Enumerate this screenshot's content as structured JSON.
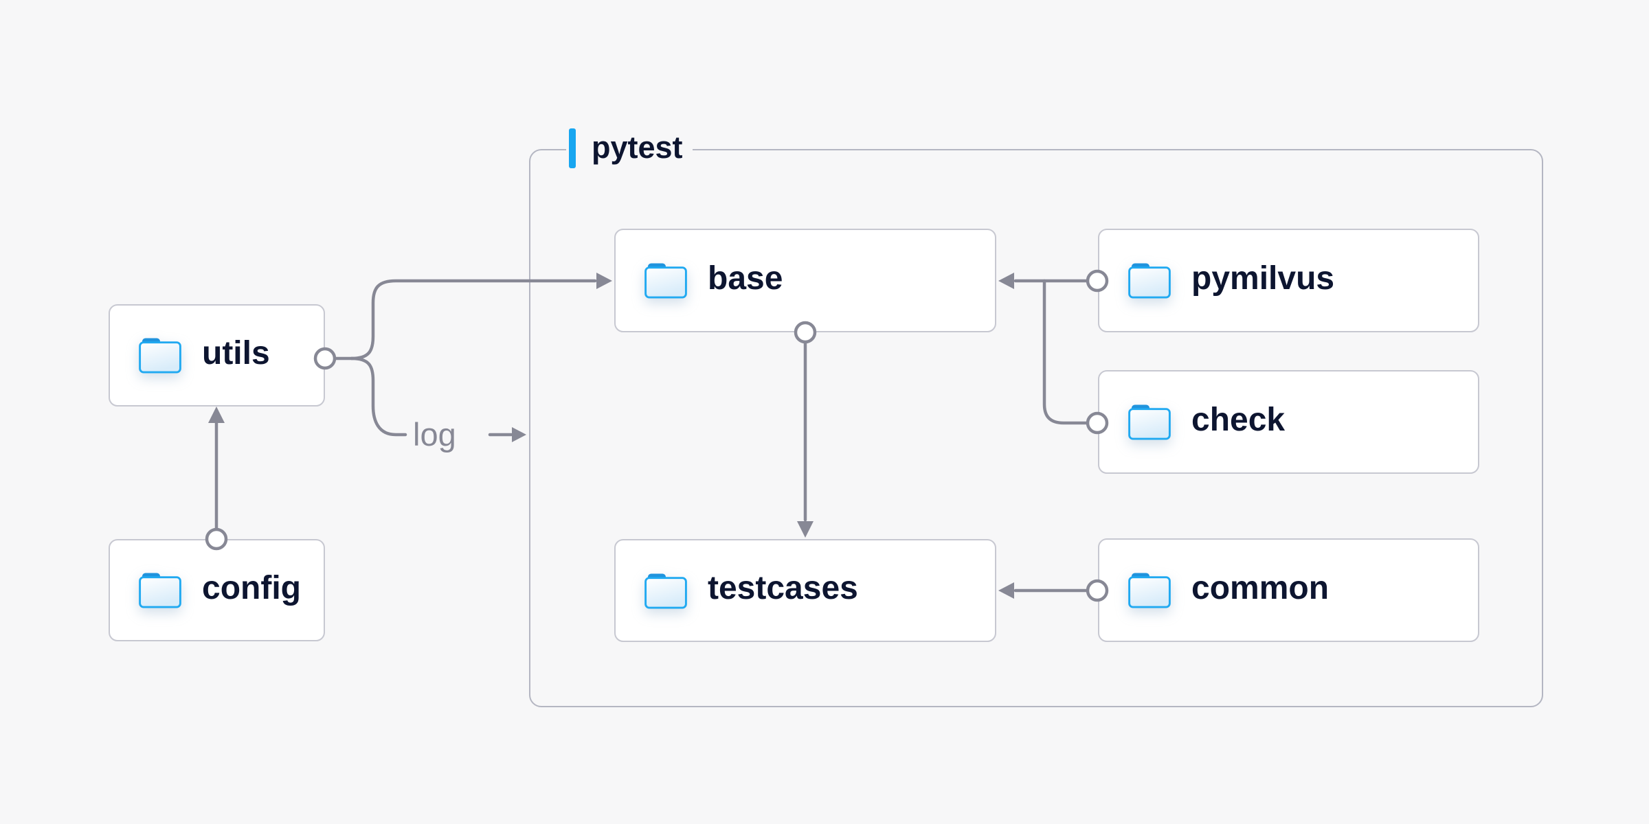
{
  "diagram": {
    "container": {
      "label": "pytest"
    },
    "nodes": [
      {
        "id": "utils",
        "label": "utils",
        "icon": "folder-icon"
      },
      {
        "id": "config",
        "label": "config",
        "icon": "folder-icon"
      },
      {
        "id": "base",
        "label": "base",
        "icon": "folder-icon"
      },
      {
        "id": "pymilvus",
        "label": "pymilvus",
        "icon": "folder-icon"
      },
      {
        "id": "check",
        "label": "check",
        "icon": "folder-icon"
      },
      {
        "id": "testcases",
        "label": "testcases",
        "icon": "folder-icon"
      },
      {
        "id": "common",
        "label": "common",
        "icon": "folder-icon"
      }
    ],
    "edges": [
      {
        "from": "config",
        "to": "utils",
        "type": "arrow"
      },
      {
        "from": "utils",
        "to": "base",
        "type": "arrow"
      },
      {
        "from": "utils",
        "to": "pytest-container",
        "type": "arrow",
        "label": "log"
      },
      {
        "from": "pymilvus",
        "to": "base",
        "type": "arrow"
      },
      {
        "from": "check",
        "to": "base",
        "type": "arrow"
      },
      {
        "from": "base",
        "to": "testcases",
        "type": "arrow"
      },
      {
        "from": "common",
        "to": "testcases",
        "type": "arrow"
      }
    ],
    "edge_label": "log",
    "colors": {
      "background": "#f7f7f8",
      "node_bg": "#ffffff",
      "node_border": "#c7c8d1",
      "container_border": "#b4b6c2",
      "connector": "#878895",
      "text_dark": "#0d1530",
      "accent_blue": "#18a6f0",
      "folder_stroke": "#20a9f1",
      "folder_tab": "#2093dd",
      "folder_fill_light": "#ffffff",
      "folder_fill_dark": "#d8ecfa",
      "edge_label_color": "#878895"
    }
  }
}
